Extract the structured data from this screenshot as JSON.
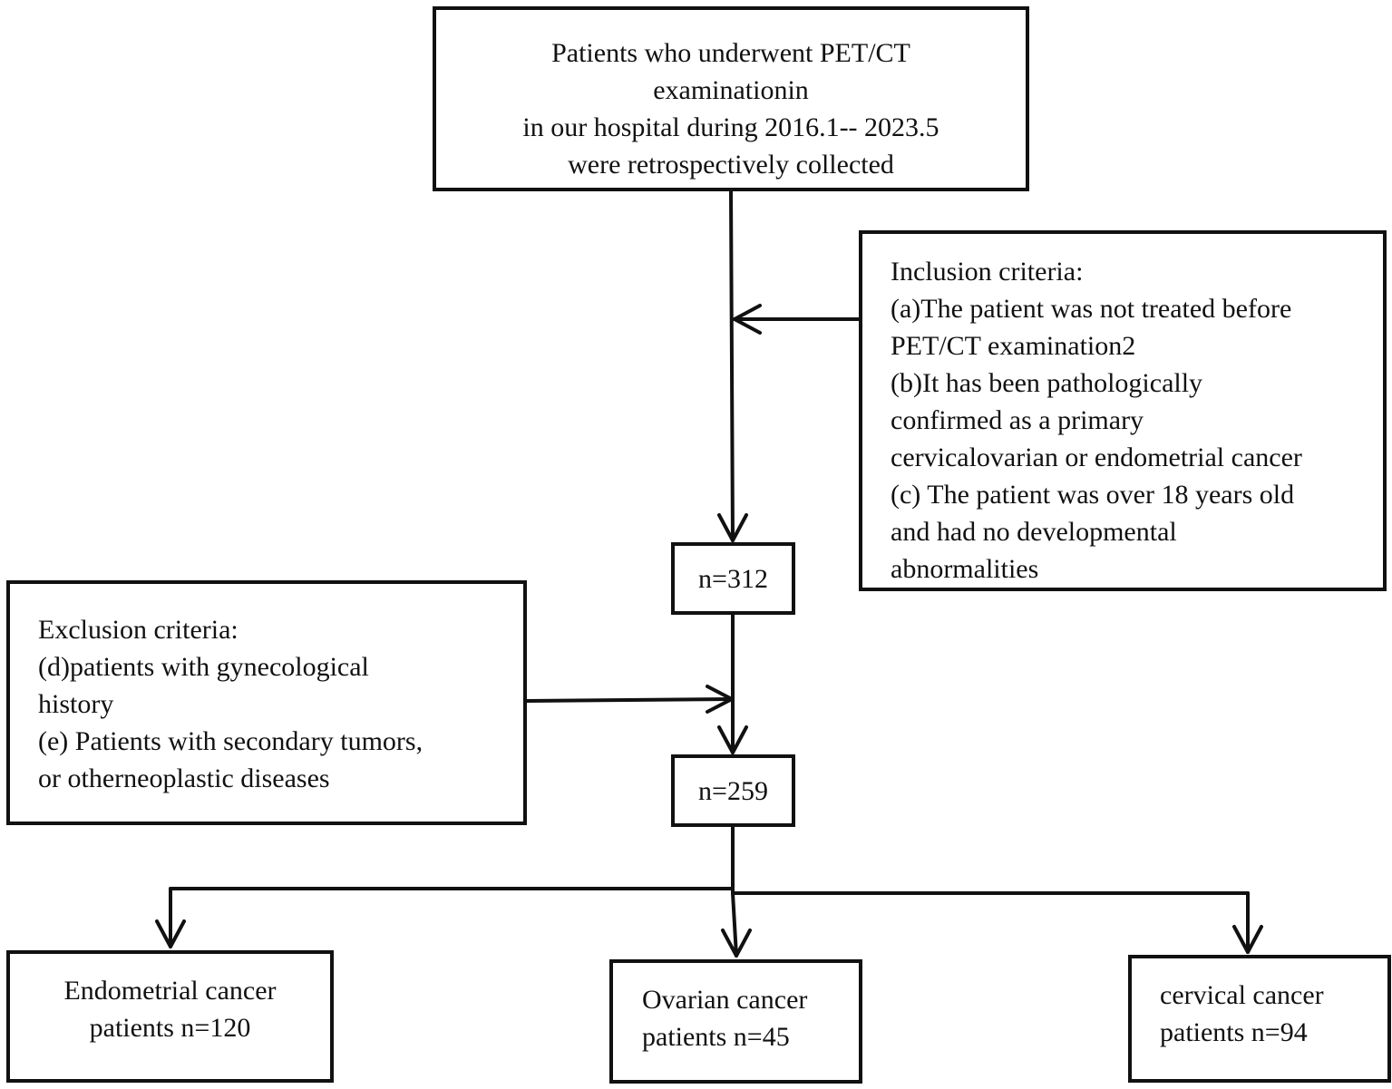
{
  "source_box": {
    "lines": [
      "Patients who underwent PET/CT",
      "examinationin",
      "in our hospital during 2016.1-- 2023.5",
      "were retrospectively collected"
    ]
  },
  "inclusion_box": {
    "lines": [
      "Inclusion criteria:",
      "(a)The patient was not treated before",
      "PET/CT examination2",
      "(b)It has been pathologically",
      "confirmed as a primary",
      "cervicalovarian or endometrial cancer",
      "(c) The patient was over 18 years old",
      "and had no developmental",
      "abnormalities"
    ]
  },
  "count_after_inclusion": "n=312",
  "exclusion_box": {
    "lines": [
      "Exclusion criteria:",
      "(d)patients with gynecological",
      "history",
      "(e) Patients with secondary tumors,",
      "or otherneoplastic diseases"
    ]
  },
  "count_after_exclusion": "n=259",
  "groups": {
    "endometrial": {
      "lines": [
        "Endometrial cancer",
        "patients n=120"
      ]
    },
    "ovarian": {
      "lines": [
        "Ovarian cancer",
        "patients n=45"
      ]
    },
    "cervical": {
      "lines": [
        "cervical cancer",
        "patients n=94"
      ]
    }
  },
  "colors": {
    "stroke": "#111111",
    "background": "#ffffff"
  }
}
